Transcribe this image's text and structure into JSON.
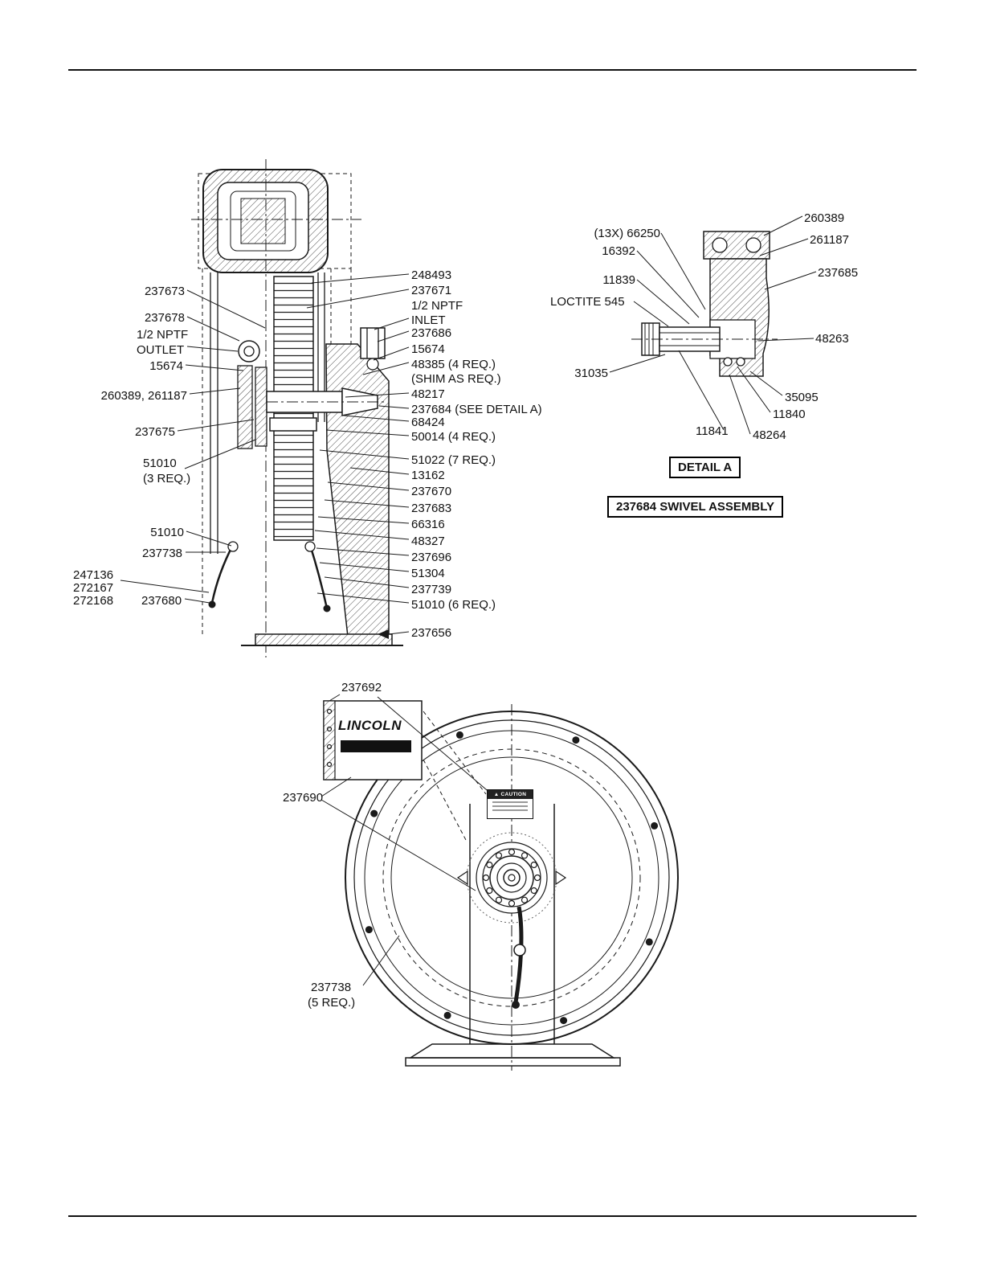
{
  "page": {
    "background": "#ffffff"
  },
  "main_assembly": {
    "left": [
      "237673",
      "237678",
      "1/2 NPTF",
      "OUTLET",
      "15674",
      "260389, 261187",
      "237675",
      "51010",
      "(3 REQ.)",
      "51010",
      "237738",
      "247136",
      "272167",
      "272168",
      "237680"
    ],
    "right": [
      "248493",
      "237671",
      "1/2 NPTF",
      "INLET",
      "237686",
      "15674",
      "48385 (4 REQ.)",
      "(SHIM AS REQ.)",
      "48217",
      "237684 (SEE DETAIL A)",
      "68424",
      "50014 (4 REQ.)",
      "51022 (7 REQ.)",
      "13162",
      "237670",
      "237683",
      "66316",
      "48327",
      "237696",
      "51304",
      "237739",
      "51010 (6 REQ.)",
      "237656"
    ]
  },
  "detail_a": {
    "labels": [
      "260389",
      "261187",
      "237685",
      "(13X) 66250",
      "16392",
      "11839",
      "LOCTITE 545",
      "48263",
      "31035",
      "35095",
      "11840",
      "11841",
      "48264"
    ],
    "detail_title": "DETAIL A",
    "assembly_title": "237684 SWIVEL ASSEMBLY"
  },
  "reel_view": {
    "labels": [
      "237692",
      "237690",
      "237738",
      "(5 REQ.)"
    ],
    "logo": "LINCOLN",
    "caution": "CAUTION"
  }
}
